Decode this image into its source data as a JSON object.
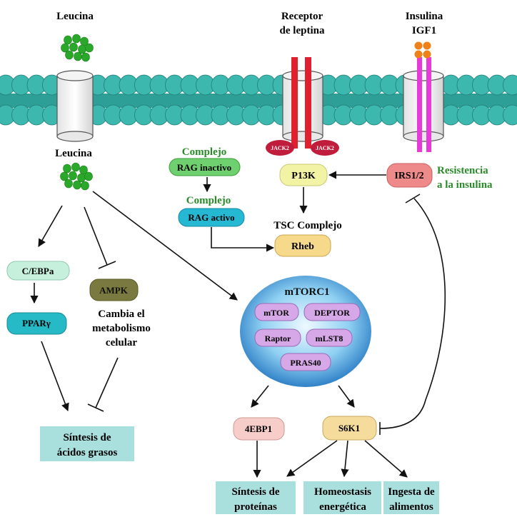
{
  "labels": {
    "leucina_top": "Leucina",
    "receptor_line1": "Receptor",
    "receptor_line2": "de leptina",
    "insulina_line1": "Insulina",
    "insulina_line2": "IGF1",
    "leucina_inside": "Leucina",
    "complejo_1": "Complejo",
    "rag_inactivo": "RAG inactivo",
    "complejo_2": "Complejo",
    "rag_activo": "RAG activo",
    "jack2_left": "JACK2",
    "jack2_right": "JACK2",
    "p13k": "P13K",
    "irs": "IRS1/2",
    "resistencia_line1": "Resistencia",
    "resistencia_line2": "a la insulina",
    "tsc_complejo": "TSC Complejo",
    "rheb": "Rheb",
    "cebpa": "C/EBPa",
    "ampk": "AMPK",
    "ppar": "PPARγ",
    "cambia_line1": "Cambia el",
    "cambia_line2": "metabolismo",
    "cambia_line3": "celular",
    "mtorc1": "mTORC1",
    "mtor": "mTOR",
    "deptor": "DEPTOR",
    "raptor": "Raptor",
    "mlst8": "mLST8",
    "pras40": "PRAS40",
    "ebp1": "4EBP1",
    "s6k1": "S6K1",
    "sintesis_acidos_line1": "Síntesis de",
    "sintesis_acidos_line2": "ácidos grasos",
    "sintesis_proteinas_line1": "Síntesis de",
    "sintesis_proteinas_line2": "proteínas",
    "homeostasis_line1": "Homeostasis",
    "homeostasis_line2": "energética",
    "ingesta_line1": "Ingesta de",
    "ingesta_line2": "alimentos"
  },
  "colors": {
    "membrane": "#3db8ae",
    "membrane_edge": "#1f7d77",
    "leucine_dot": "#2aa82a",
    "receptor_red": "#e0202f",
    "insulin_magenta": "#e83ad8",
    "insulin_ball": "#f08018",
    "jack2": "#c01d3c",
    "complejo_text": "#2a8a2a",
    "rag_inactivo": "#6fd06f",
    "rag_activo": "#25b8d2",
    "p13k": "#f3f3a6",
    "irs": "#ef8a8a",
    "rheb": "#f6d98a",
    "cebpa": "#c7f0dc",
    "ampk": "#7a7a40",
    "ppar": "#26b9c6",
    "mtorc1_center": "#e6f6ff",
    "mtorc1_edge": "#1a7dc8",
    "subunit": "#d7a8e8",
    "ebp1": "#f6cdc8",
    "s6k1": "#f6dc9c",
    "output_box": "#a9dfdd"
  }
}
